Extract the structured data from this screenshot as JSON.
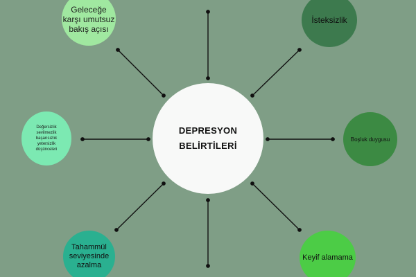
{
  "diagram": {
    "center": {
      "title": "DEPRESYON\nBELİRTİLERİ",
      "color": "#f8f9f8"
    },
    "background": "#7f9e86",
    "nodes": {
      "top_left": {
        "label": "Geleceğe\nkarşı umutsuz\nbakış açısı",
        "color": "#a0e8a0"
      },
      "top_right": {
        "label": "İsteksizlik",
        "color": "#3d7a4e"
      },
      "right": {
        "label": "Boşluk duygusu",
        "color": "#3c8a43"
      },
      "left": {
        "label": "Değersizlik\nsevilmezlik\nbaşarısızlık\nyetersizlik\ndüşünceleri",
        "color": "#7ce9b2"
      },
      "bottom_left": {
        "label": "Tahammül\nseviyesinde\nazalma",
        "color": "#2ab090"
      },
      "bottom_right": {
        "label": "Keyif alamama",
        "color": "#4ccc46"
      }
    }
  }
}
